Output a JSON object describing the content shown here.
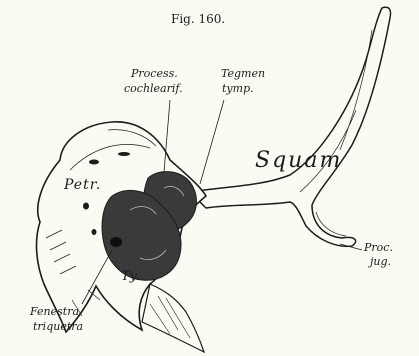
{
  "figure": {
    "title": "Fig. 160.",
    "labels": {
      "process": "Process.",
      "tegmen": "Tegmen",
      "cochlearif": "cochlearif.",
      "tymp": "tymp.",
      "petr": "Petr.",
      "squam": "Squam",
      "proc": "Proc.",
      "jug": "jug.",
      "ty": "Ty.",
      "fenestra": "Fenestra",
      "triquetra": "triquetra"
    },
    "colors": {
      "ink": "#1c1c1c",
      "paper": "#fbfaf3",
      "shade": "#3a3a3a"
    }
  }
}
